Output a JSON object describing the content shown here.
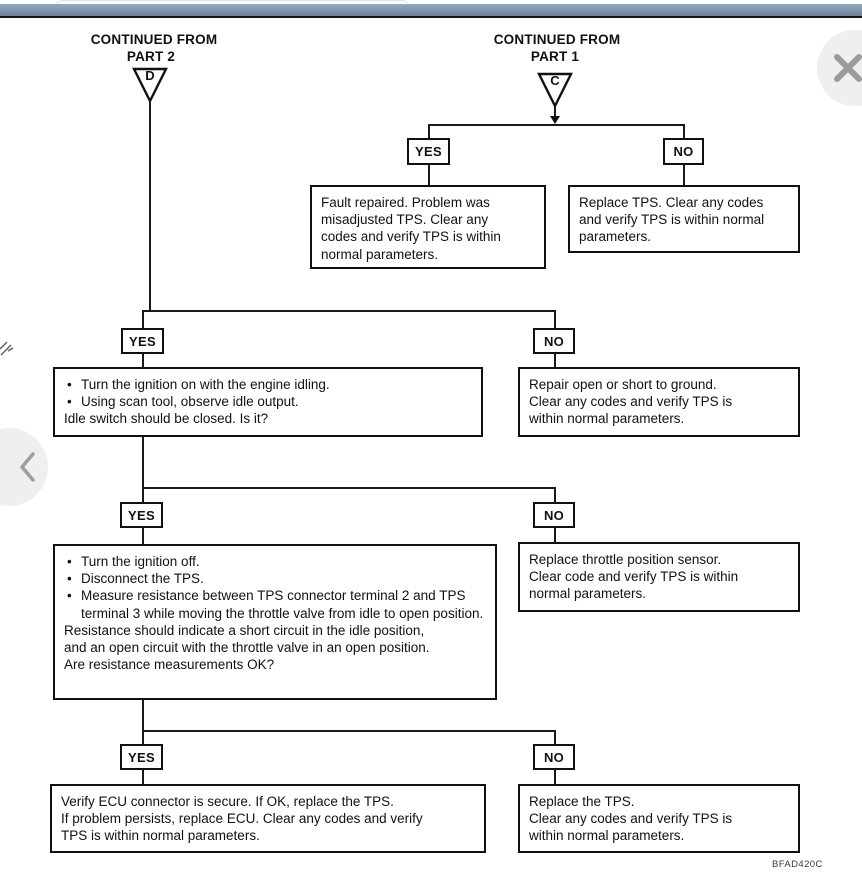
{
  "chrome": {
    "close_icon": "close",
    "back_icon": "chevron-left",
    "bar_color": "#6d8199"
  },
  "figure_code": "BFAD420C",
  "flow": {
    "left_entry": {
      "title": "CONTINUED FROM",
      "part": "PART 2",
      "connector_letter": "D"
    },
    "right_entry": {
      "title": "CONTINUED FROM",
      "part": "PART 1",
      "connector_letter": "C"
    },
    "labels": {
      "yes": "YES",
      "no": "NO"
    },
    "boxes": {
      "fault_repaired": {
        "lines": [
          "Fault repaired. Problem was",
          "misadjusted TPS. Clear any",
          "codes and verify TPS is within",
          "normal parameters."
        ]
      },
      "replace_tps_top": {
        "lines": [
          "Replace TPS. Clear any codes",
          "and verify TPS is within normal",
          "parameters."
        ]
      },
      "idle_check": {
        "bullets": [
          "Turn the ignition on with the engine idling.",
          "Using scan tool, observe idle output."
        ],
        "lines": [
          "Idle switch should be closed. Is it?"
        ]
      },
      "repair_open_short": {
        "lines": [
          "Repair open or short to ground.",
          "Clear any codes and verify TPS is",
          "within normal parameters."
        ]
      },
      "resistance_check": {
        "bullets": [
          "Turn the ignition off.",
          "Disconnect the TPS.",
          "Measure resistance between TPS connector terminal 2 and TPS terminal 3 while moving the throttle valve from idle to open position."
        ],
        "lines": [
          "Resistance should indicate a short circuit in the idle position,",
          "and an open circuit with the throttle valve in an open position.",
          "Are resistance measurements OK?"
        ]
      },
      "replace_sensor": {
        "lines": [
          "Replace throttle position sensor.",
          "Clear code and verify TPS is within",
          "normal parameters."
        ]
      },
      "verify_ecu": {
        "lines": [
          "Verify ECU connector is secure. If OK, replace the TPS.",
          "If problem persists, replace ECU. Clear any codes and verify",
          "TPS is within normal parameters."
        ]
      },
      "replace_tps_bottom": {
        "lines": [
          "Replace the TPS.",
          "Clear any codes and verify TPS is",
          "within normal parameters."
        ]
      }
    }
  }
}
